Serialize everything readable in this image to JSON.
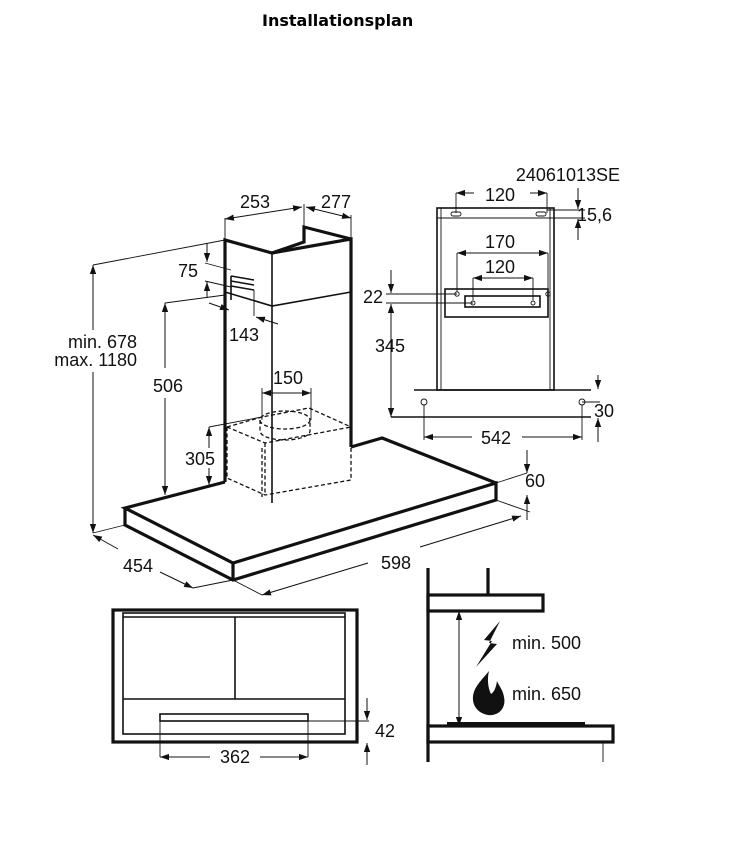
{
  "title": "Installationsplan",
  "model_code": "24061013SE",
  "main_view": {
    "height_min": "min. 678",
    "height_max": "max. 1180",
    "dim_506": "506",
    "dim_305": "305",
    "dim_75": "75",
    "dim_143": "143",
    "dim_253": "253",
    "dim_277": "277",
    "dim_150": "150",
    "dim_60": "60",
    "dim_598": "598",
    "dim_454": "454"
  },
  "bracket_view": {
    "dim_120_top": "120",
    "dim_15_6": "15,6",
    "dim_170": "170",
    "dim_120_inner": "120",
    "dim_22": "22",
    "dim_345": "345",
    "dim_30": "30",
    "dim_542": "542"
  },
  "bottom_view": {
    "dim_362": "362",
    "dim_42": "42"
  },
  "clearance_view": {
    "electric_min": "min. 500",
    "gas_min": "min. 650",
    "icons": [
      "lightning-icon",
      "flame-icon"
    ]
  }
}
